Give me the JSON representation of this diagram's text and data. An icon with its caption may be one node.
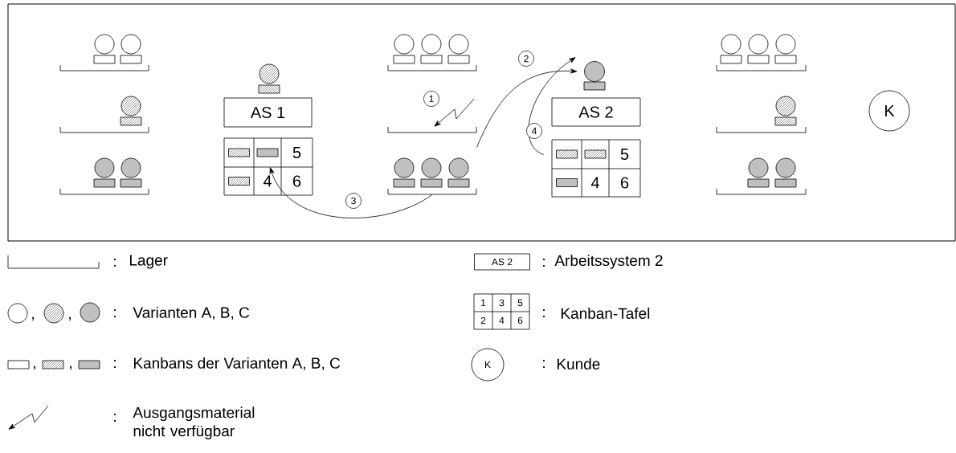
{
  "diagram": {
    "nodes": [
      {
        "text": [
          "AS 1"
        ]
      },
      {
        "text": [
          "5",
          "4",
          "6"
        ]
      },
      {
        "text": [
          "AS 2"
        ]
      },
      {
        "text": [
          "5",
          "4",
          "6"
        ]
      },
      {
        "text": [
          "K"
        ]
      },
      {
        "text": [],
        "shape": "bar"
      },
      {
        "text": [],
        "shape": "circle"
      }
    ],
    "edges": [
      {
        "from": 5,
        "to": 6,
        "arrow": "to",
        "label": "2"
      },
      {
        "from": 5,
        "to": 1,
        "arrow": "to",
        "label": "3"
      },
      {
        "from": 3,
        "to": 6,
        "arrow": "to",
        "label": "4"
      }
    ],
    "labels": [
      "1",
      ":",
      "AS 2",
      ":",
      ",",
      ",",
      ":",
      "1",
      "3",
      "5",
      "2",
      "4",
      "6",
      ":",
      ",",
      ",",
      ":",
      "K",
      ":",
      ":"
    ],
    "legend": [
      {
        "text": "Lager"
      },
      {
        "text": "Arbeitssystem 2"
      },
      {
        "text": "Varianten A, B, C"
      },
      {
        "text": "Kanban-Tafel"
      },
      {
        "text": "Kanbans der Varianten A, B, C"
      },
      {
        "text": "Kunde"
      },
      {
        "text": "Ausgangsmaterial nicht verfügbar"
      }
    ]
  }
}
